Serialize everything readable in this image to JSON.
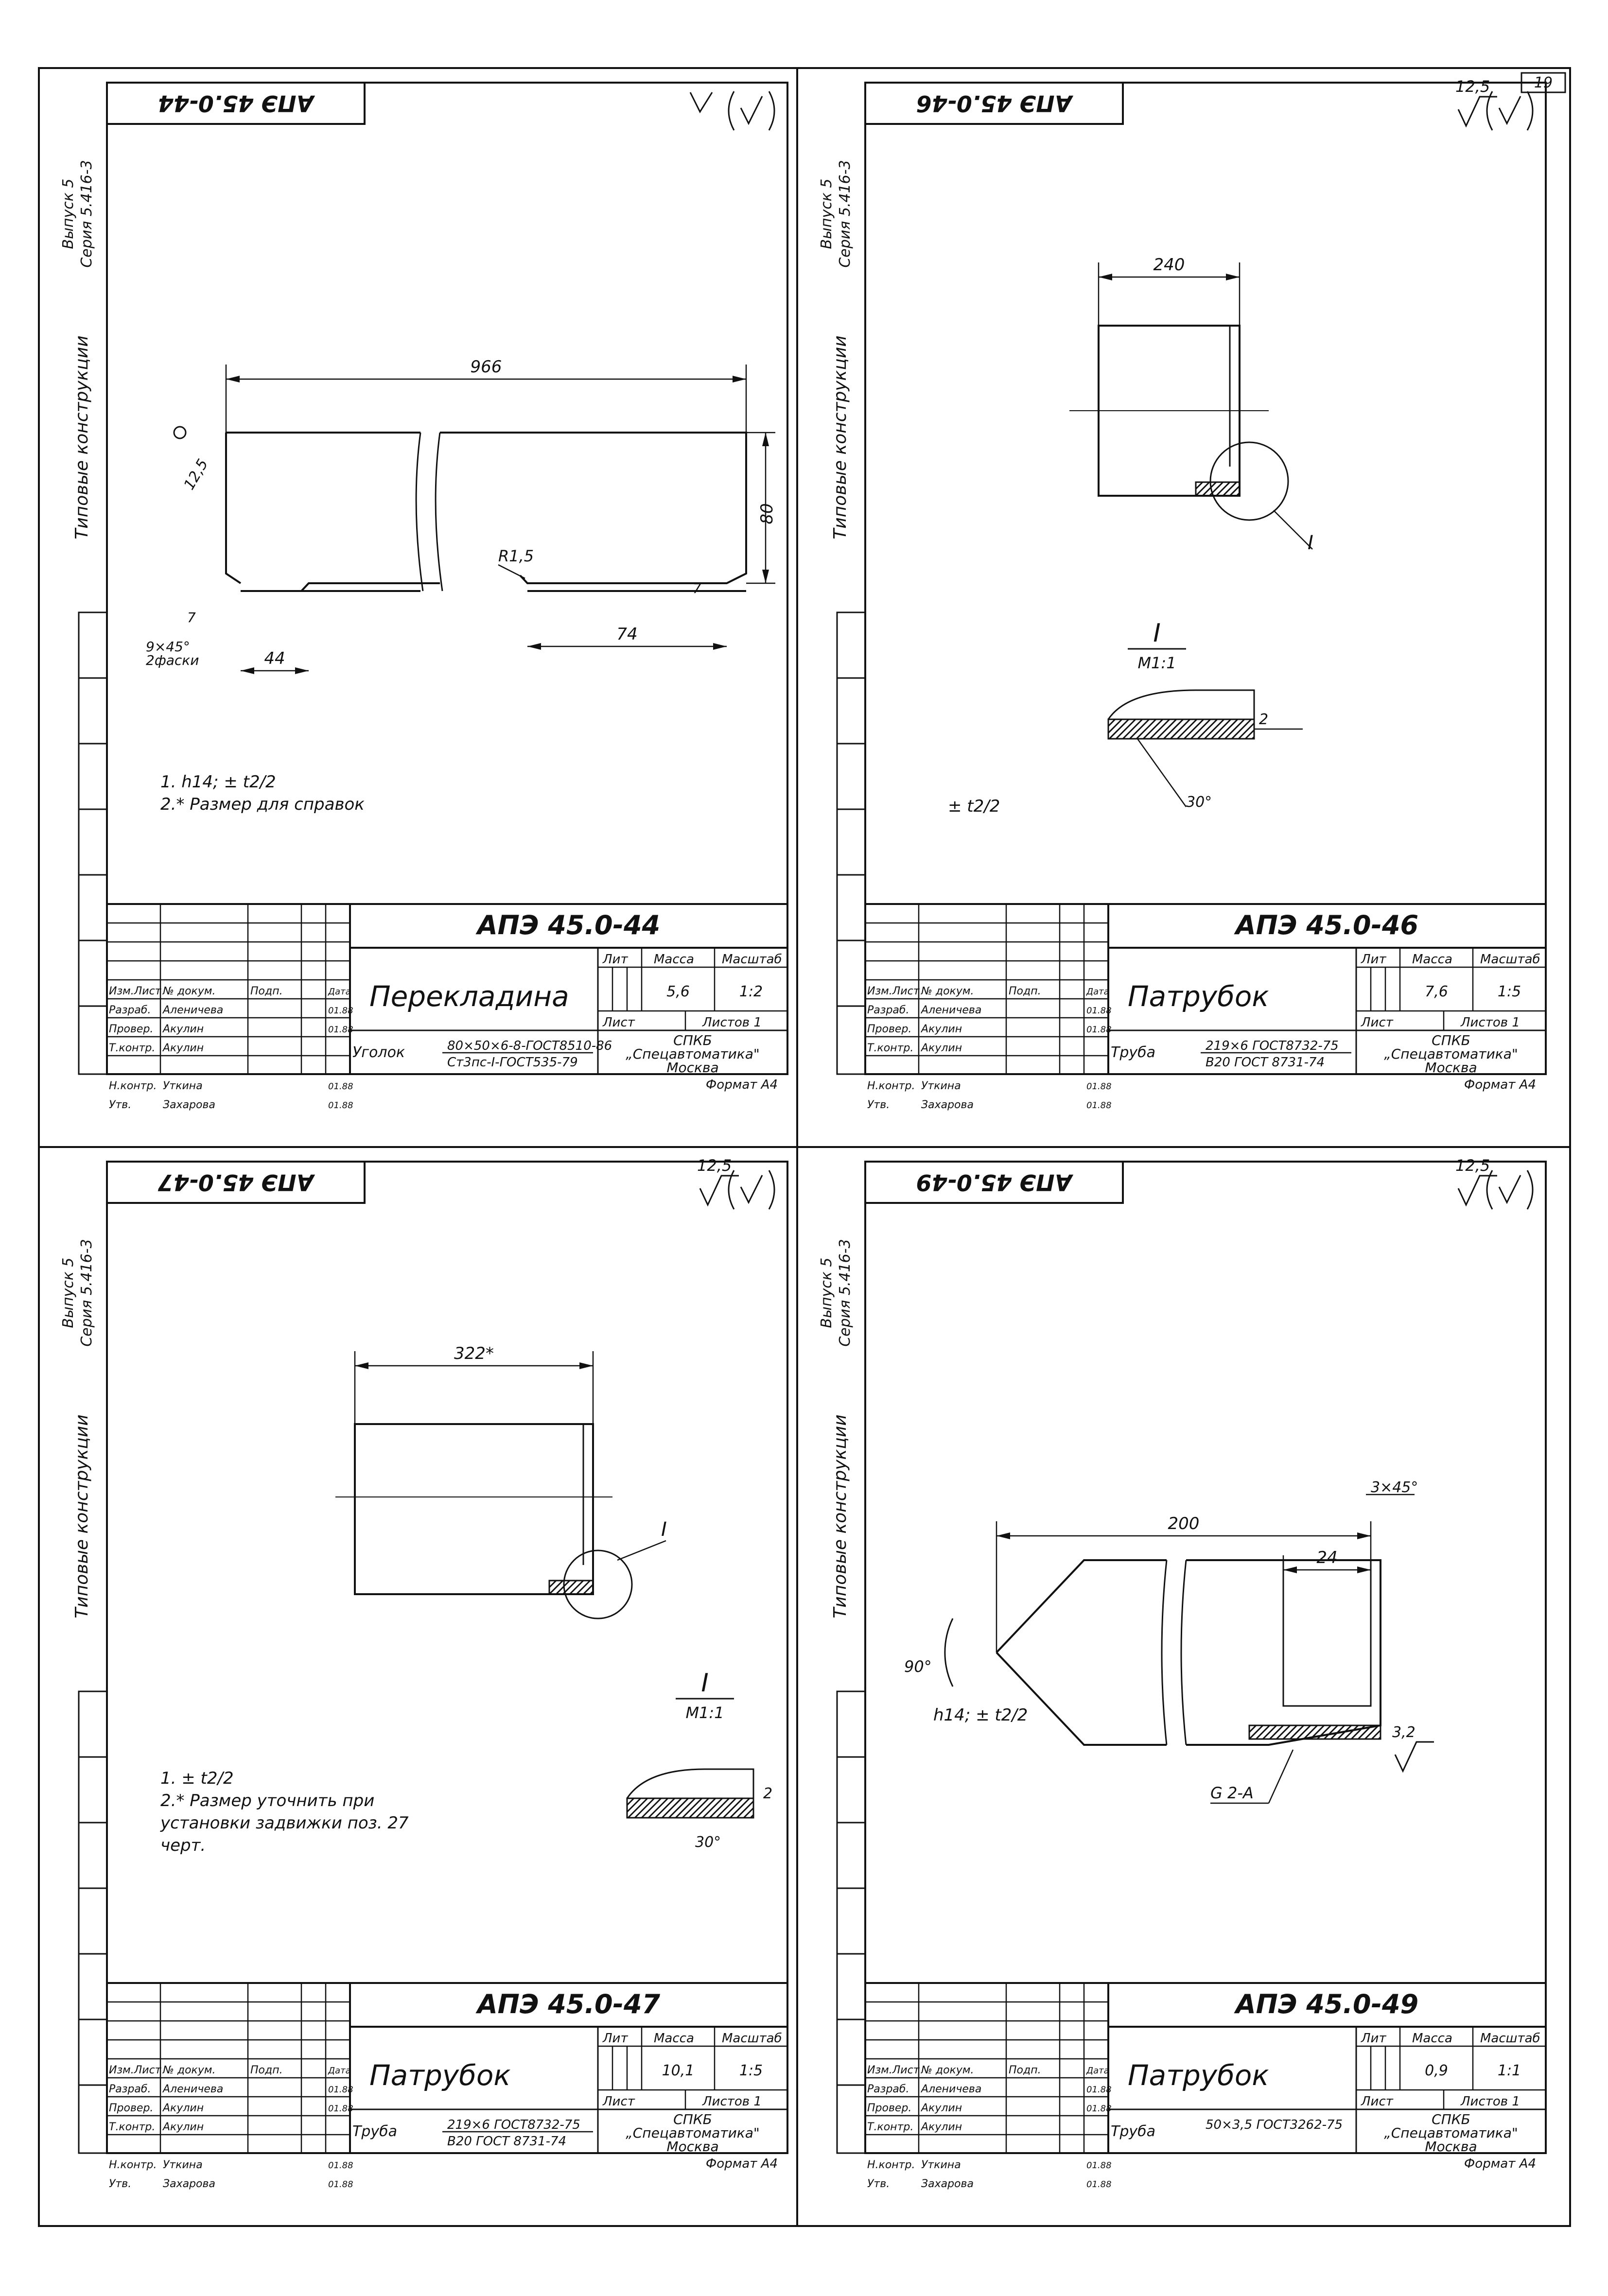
{
  "page": {
    "sheet_number": "19"
  },
  "sheets": [
    {
      "code": "АПЭ 45.0-44",
      "code_rotated": "АПЭ 45.0-44",
      "name": "Перекладина",
      "roughness": "",
      "side_series": "Выпуск 5\nСерия 5.416-3",
      "side_type": "Типовые конструкции",
      "mass": "5,6",
      "scale": "1:2",
      "sheet_label": "Лист",
      "sheets_label": "Листов 1",
      "material_prefix": "Уголок",
      "material_top": "80×50×6-8-ГОСТ8510-86",
      "material_bottom": "Ст3пс-I-ГОСТ535-79",
      "org": "СПКБ\n„Спецавтоматика\"\nМосква",
      "format": "Формат А4",
      "notes": [
        "1. h14; ± t2/2",
        "2.* Размер для справок"
      ],
      "dims": {
        "length": "966",
        "height": "80",
        "slot": "74",
        "edge": "44",
        "radius": "R1,5",
        "rough": "12,5",
        "notch": "7",
        "notch2": "7",
        "chamfer": "9×45°\n2фаски"
      },
      "roles": [
        {
          "role": "Изм.Лист",
          "name": "№ докум.",
          "sign": "Подп.",
          "date": "Дата"
        },
        {
          "role": "Разраб.",
          "name": "Аленичева",
          "sign": "",
          "date": "01.88"
        },
        {
          "role": "Провер.",
          "name": "Акулин",
          "sign": "",
          "date": "01.88"
        },
        {
          "role": "Т.контр.",
          "name": "Акулин",
          "sign": "",
          "date": ""
        },
        {
          "role": "Н.контр.",
          "name": "Уткина",
          "sign": "",
          "date": "01.88"
        },
        {
          "role": "Утв.",
          "name": "Захарова",
          "sign": "",
          "date": "01.88"
        }
      ]
    },
    {
      "code": "АПЭ 45.0-46",
      "code_rotated": "АПЭ 45.0-46",
      "name": "Патрубок",
      "roughness": "12,5",
      "side_series": "Выпуск 5\nСерия 5.416-3",
      "side_type": "Типовые конструкции",
      "mass": "7,6",
      "scale": "1:5",
      "sheet_label": "Лист",
      "sheets_label": "Листов 1",
      "material_prefix": "Труба",
      "material_top": "219×6 ГОСТ8732-75",
      "material_bottom": "В20 ГОСТ 8731-74",
      "org": "СПКБ\n„Спецавтоматика\"\nМосква",
      "format": "Формат А4",
      "notes": [
        "± t2/2"
      ],
      "dims": {
        "length": "240",
        "detail": "I",
        "scale": "М1:1",
        "angle": "30°",
        "gap": "2"
      },
      "roles": [
        {
          "role": "Изм.Лист",
          "name": "№ докум.",
          "sign": "Подп.",
          "date": "Дата"
        },
        {
          "role": "Разраб.",
          "name": "Аленичева",
          "sign": "",
          "date": "01.88"
        },
        {
          "role": "Провер.",
          "name": "Акулин",
          "sign": "",
          "date": "01.88"
        },
        {
          "role": "Т.контр.",
          "name": "Акулин",
          "sign": "",
          "date": ""
        },
        {
          "role": "Н.контр.",
          "name": "Уткина",
          "sign": "",
          "date": "01.88"
        },
        {
          "role": "Утв.",
          "name": "Захарова",
          "sign": "",
          "date": "01.88"
        }
      ]
    },
    {
      "code": "АПЭ 45.0-47",
      "code_rotated": "АПЭ 45.0-47",
      "name": "Патрубок",
      "roughness": "12,5",
      "side_series": "Выпуск 5\nСерия 5.416-3",
      "side_type": "Типовые конструкции",
      "mass": "10,1",
      "scale": "1:5",
      "sheet_label": "Лист",
      "sheets_label": "Листов 1",
      "material_prefix": "Труба",
      "material_top": "219×6 ГОСТ8732-75",
      "material_bottom": "В20 ГОСТ 8731-74",
      "org": "СПКБ\n„Спецавтоматика\"\nМосква",
      "format": "Формат А4",
      "notes": [
        "1. ± t2/2",
        "2.* Размер уточнить при",
        "установки задвижки поз. 27",
        "черт."
      ],
      "dims": {
        "length": "322*",
        "detail": "I",
        "scale": "М1:1",
        "angle": "30°",
        "gap": "2"
      },
      "roles": [
        {
          "role": "Изм.Лист",
          "name": "№ докум.",
          "sign": "Подп.",
          "date": "Дата"
        },
        {
          "role": "Разраб.",
          "name": "Аленичева",
          "sign": "",
          "date": "01.88"
        },
        {
          "role": "Провер.",
          "name": "Акулин",
          "sign": "",
          "date": "01.88"
        },
        {
          "role": "Т.контр.",
          "name": "Акулин",
          "sign": "",
          "date": ""
        },
        {
          "role": "Н.контр.",
          "name": "Уткина",
          "sign": "",
          "date": "01.88"
        },
        {
          "role": "Утв.",
          "name": "Захарова",
          "sign": "",
          "date": "01.88"
        }
      ]
    },
    {
      "code": "АПЭ 45.0-49",
      "code_rotated": "АПЭ 45.0-49",
      "name": "Патрубок",
      "roughness": "12,5",
      "side_series": "Выпуск 5\nСерия 5.416-3",
      "side_type": "Типовые конструкции",
      "mass": "0,9",
      "scale": "1:1",
      "sheet_label": "Лист",
      "sheets_label": "Листов 1",
      "material_prefix": "Труба",
      "material_top": "50×3,5 ГОСТ3262-75",
      "material_bottom": "",
      "org": "СПКБ\n„Спецавтоматика\"\nМосква",
      "format": "Формат А4",
      "notes": [
        "h14; ± t2/2"
      ],
      "dims": {
        "length": "200",
        "inner": "24",
        "chamfer": "3×45°",
        "angle": "90°",
        "weld": "G 2-A",
        "rough": "3,2"
      },
      "roles": [
        {
          "role": "Изм.Лист",
          "name": "№ докум.",
          "sign": "Подп.",
          "date": "Дата"
        },
        {
          "role": "Разраб.",
          "name": "Аленичева",
          "sign": "",
          "date": "01.88"
        },
        {
          "role": "Провер.",
          "name": "Акулин",
          "sign": "",
          "date": "01.88"
        },
        {
          "role": "Т.контр.",
          "name": "Акулин",
          "sign": "",
          "date": ""
        },
        {
          "role": "Н.контр.",
          "name": "Уткина",
          "sign": "",
          "date": "01.88"
        },
        {
          "role": "Утв.",
          "name": "Захарова",
          "sign": "",
          "date": "01.88"
        }
      ]
    }
  ]
}
